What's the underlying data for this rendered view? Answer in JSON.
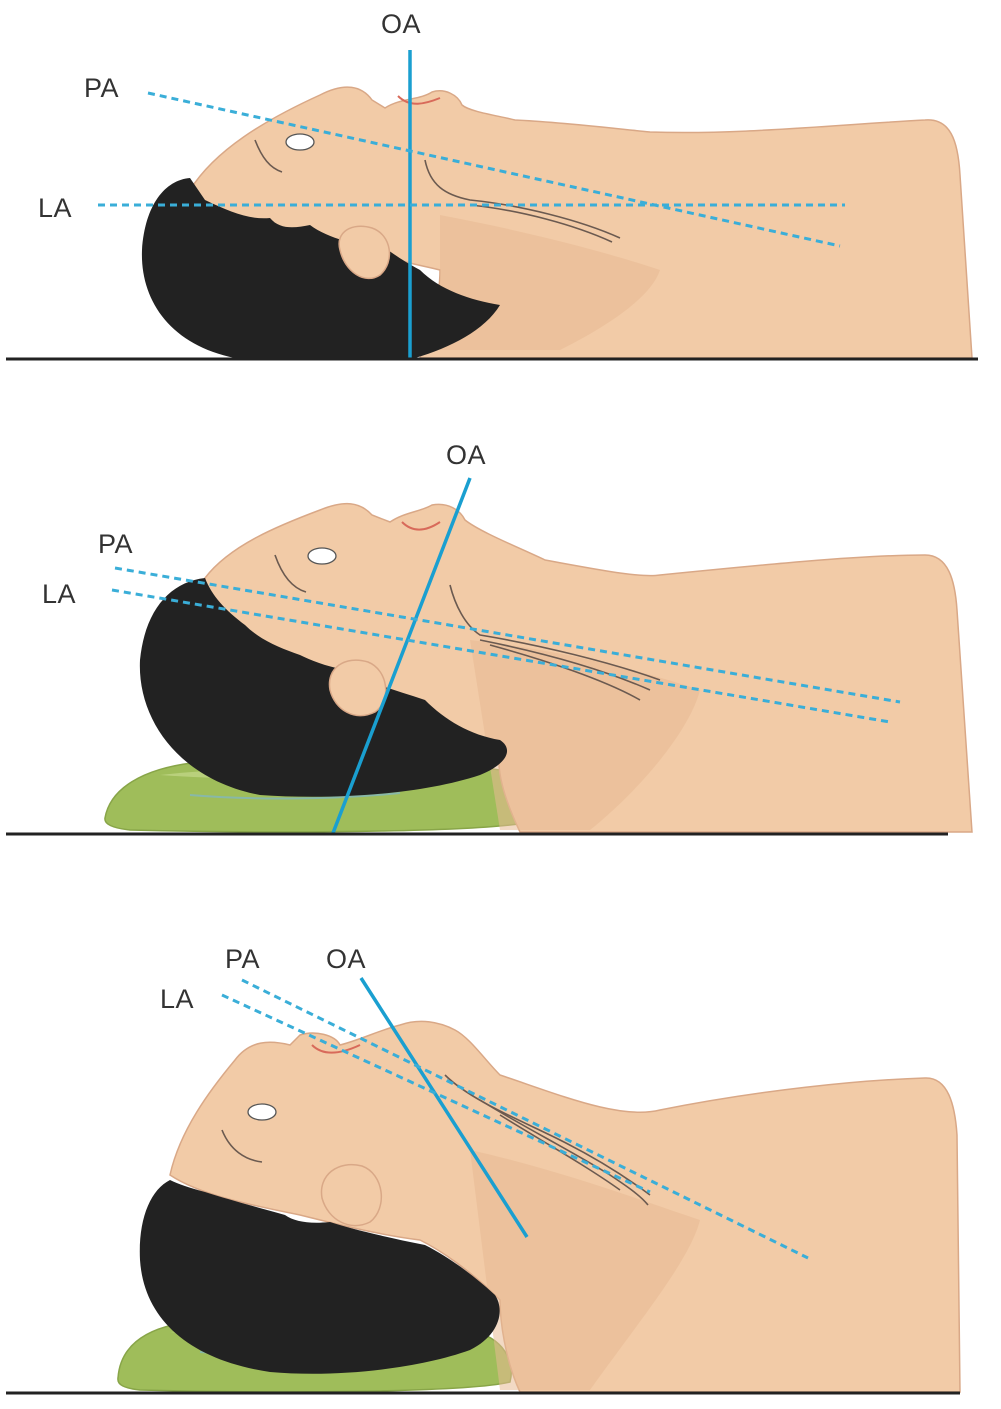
{
  "panels": [
    {
      "id": "neutral",
      "labels": {
        "oa": "OA",
        "pa": "PA",
        "la": "LA"
      }
    },
    {
      "id": "pillow",
      "labels": {
        "oa": "OA",
        "pa": "PA",
        "la": "LA"
      }
    },
    {
      "id": "sniffing",
      "labels": {
        "oa": "OA",
        "pa": "PA",
        "la": "LA"
      }
    }
  ],
  "colors": {
    "axis_solid": "#1a9fd0",
    "axis_dashed": "#3aaed8",
    "skin": "#f2cba7",
    "hair": "#222222",
    "pillow": "#9fbd5a"
  }
}
